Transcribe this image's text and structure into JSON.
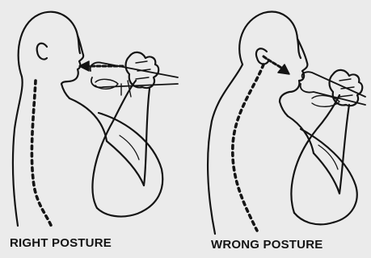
{
  "captions": {
    "left": "RIGHT POSTURE",
    "right": "WRONG POSTURE"
  },
  "colors": {
    "background": "#ebebeb",
    "ink": "#141414"
  },
  "figures": [
    {
      "id": "right-posture",
      "instrument": "trombone",
      "spine": "straight",
      "arrow_direction": "toward-mouth"
    },
    {
      "id": "wrong-posture",
      "instrument": "trombone",
      "spine": "curved",
      "arrow_direction": "toward-mouth"
    }
  ]
}
